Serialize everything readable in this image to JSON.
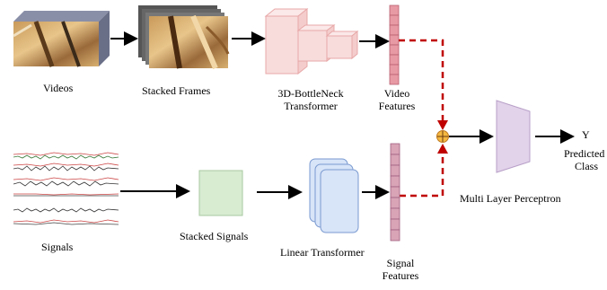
{
  "labels": {
    "videos": "Videos",
    "stacked_frames": "Stacked  Frames",
    "bottleneck_line1": "3D-BottleNeck",
    "bottleneck_line2": "Transformer",
    "video_features_line1": "Video",
    "video_features_line2": "Features",
    "signals": "Signals",
    "stacked_signals": "Stacked  Signals",
    "linear_transformer": "Linear Transformer",
    "signal_features_line1": "Signal",
    "signal_features_line2": "Features",
    "mlp": "Multi Layer Perceptron",
    "output_y": "Y",
    "predicted_line1": "Predicted",
    "predicted_line2": "Class",
    "fusion_symbol": "⊕"
  },
  "colors": {
    "arrow": "#000000",
    "dashed_connector": "#c00000",
    "feature_bar": "#e8a0a8",
    "feature_bar_stroke": "#b05060",
    "signal_bar": "#d8a8b8",
    "stacked_signals_box": "#d8ecd0",
    "linear_transformer_box": "#d8e4f8",
    "bottleneck_box": "#f8d8d8",
    "mlp_trapezoid": "#e0d0e8",
    "fusion_circle": "#f5b942"
  }
}
